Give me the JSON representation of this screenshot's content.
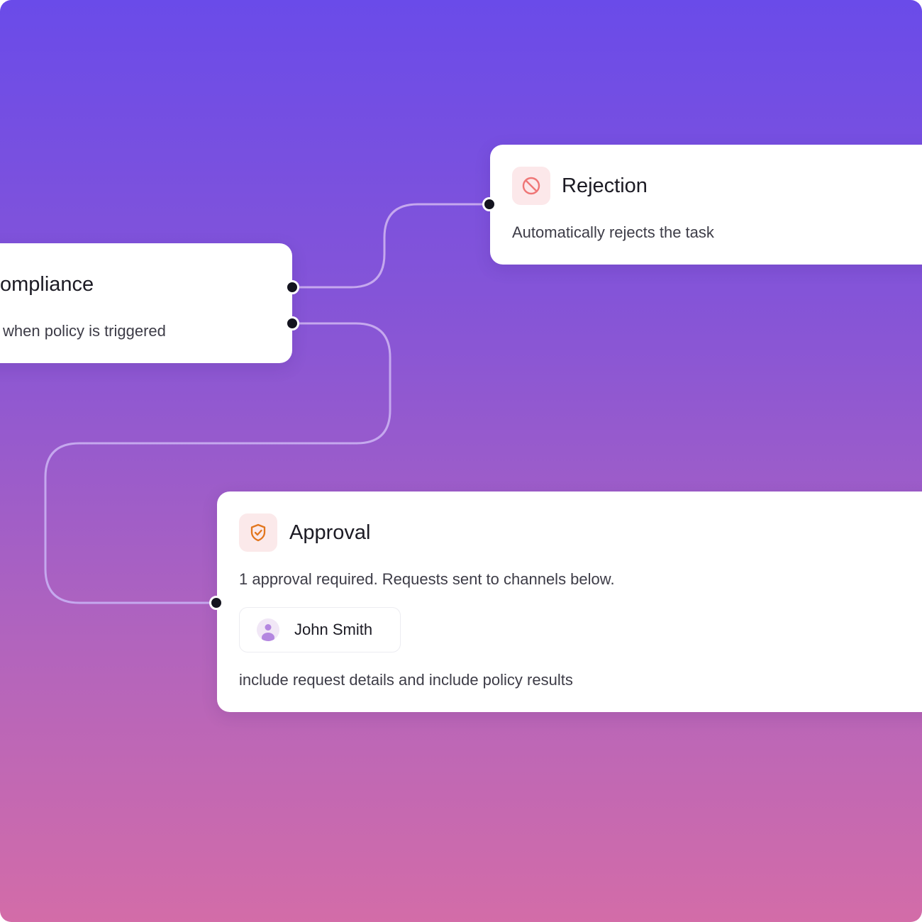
{
  "colors": {
    "gradient_top": "#6a4be9",
    "gradient_bottom": "#d36ca8",
    "connector": "#c5a8ee",
    "port": "#14141f",
    "rejection_accent": "#ef7676",
    "approval_accent": "#e2761e",
    "avatar_accent": "#b487e0"
  },
  "compliance": {
    "title": "ompliance",
    "description": "when policy is triggered"
  },
  "rejection": {
    "icon": "prohibited-icon",
    "title": "Rejection",
    "description": "Automatically rejects the task"
  },
  "approval": {
    "icon": "shield-check-icon",
    "title": "Approval",
    "description": "1 approval required. Requests sent to channels below.",
    "assignee": {
      "icon": "user-avatar-icon",
      "name": "John Smith"
    },
    "footer": "include request details and include policy results"
  }
}
